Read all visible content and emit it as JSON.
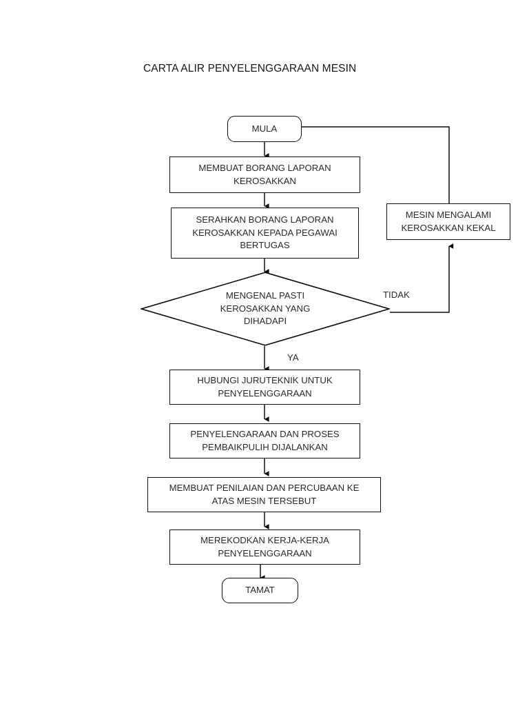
{
  "document": {
    "title": "CARTA ALIR PENYELENGGARAAN MESIN",
    "background_color": "#ffffff",
    "line_color": "#0d0d0d",
    "text_color": "#2a2a2a"
  },
  "chart_data": {
    "type": "diagram",
    "diagram_kind": "flowchart",
    "title": "CARTA ALIR PENYELENGGARAAN MESIN",
    "orientation": "top-to-bottom",
    "nodes": [
      {
        "id": "mula",
        "shape": "terminator",
        "label": "MULA"
      },
      {
        "id": "borang",
        "shape": "process",
        "label": "MEMBUAT BORANG LAPORAN\nKEROSAKKAN"
      },
      {
        "id": "serahkan",
        "shape": "process",
        "label": "SERAHKAN BORANG LAPORAN\nKEROSAKKAN KEPADA PEGAWAI\nBERTUGAS"
      },
      {
        "id": "mengenal",
        "shape": "decision",
        "label": "MENGENAL PASTI\nKEROSAKKAN YANG\nDIHADAPI"
      },
      {
        "id": "kekal",
        "shape": "process",
        "label": "MESIN MENGALAMI\nKEROSAKKAN KEKAL"
      },
      {
        "id": "hubungi",
        "shape": "process",
        "label": "HUBUNGI JURUTEKNIK UNTUK\nPENYELENGGARAAN"
      },
      {
        "id": "penyelenggaraan",
        "shape": "process",
        "label": "PENYELENGARAAN DAN PROSES\nPEMBAIKPULIH DIJALANKAN"
      },
      {
        "id": "penilaian",
        "shape": "process",
        "label": "MEMBUAT PENILAIAN DAN PERCUBAAN KE\nATAS MESIN TERSEBUT"
      },
      {
        "id": "merekod",
        "shape": "process",
        "label": "MEREKODKAN KERJA-KERJA\nPENYELENGGARAAN"
      },
      {
        "id": "tamat",
        "shape": "terminator",
        "label": "TAMAT"
      }
    ],
    "edges": [
      {
        "from": "mula",
        "to": "borang",
        "label": ""
      },
      {
        "from": "borang",
        "to": "serahkan",
        "label": ""
      },
      {
        "from": "serahkan",
        "to": "mengenal",
        "label": ""
      },
      {
        "from": "mengenal",
        "to": "hubungi",
        "label": "YA"
      },
      {
        "from": "mengenal",
        "to": "kekal",
        "label": "TIDAK"
      },
      {
        "from": "kekal",
        "to": "mula",
        "label": ""
      },
      {
        "from": "hubungi",
        "to": "penyelenggaraan",
        "label": ""
      },
      {
        "from": "penyelenggaraan",
        "to": "penilaian",
        "label": ""
      },
      {
        "from": "penilaian",
        "to": "merekod",
        "label": ""
      },
      {
        "from": "merekod",
        "to": "tamat",
        "label": ""
      }
    ],
    "edge_labels": {
      "yes": "YA",
      "no": "TIDAK"
    }
  }
}
